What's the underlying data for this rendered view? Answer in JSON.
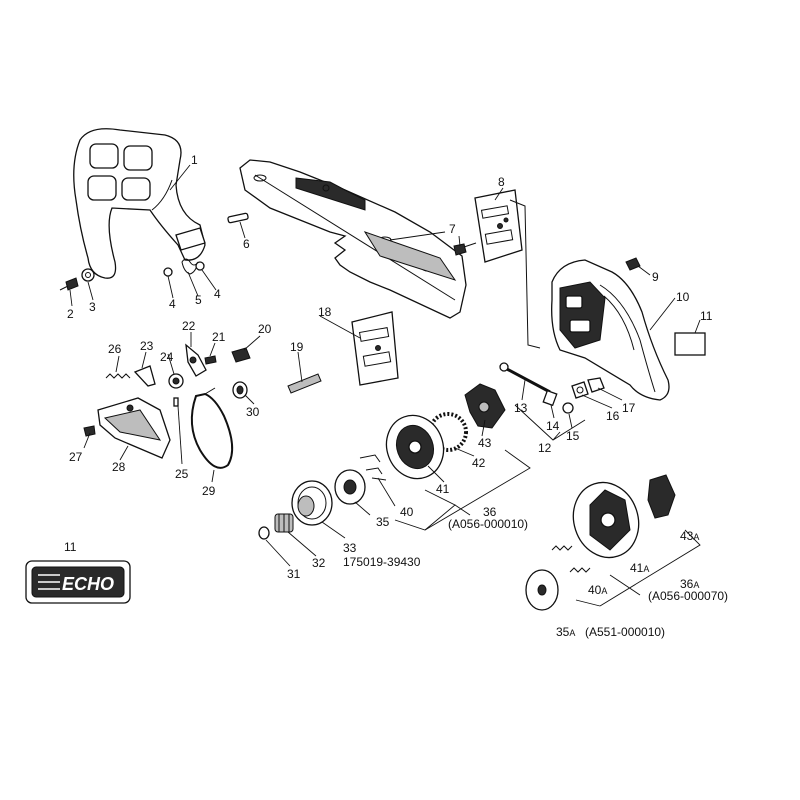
{
  "diagram": {
    "callouts": {
      "c1": "1",
      "c2": "2",
      "c3": "3",
      "c4a": "4",
      "c4b": "4",
      "c5": "5",
      "c6": "6",
      "c7": "7",
      "c8": "8",
      "c9": "9",
      "c10": "10",
      "c11": "11",
      "c11b": "11",
      "c12": "12",
      "c13": "13",
      "c14": "14",
      "c15": "15",
      "c16": "16",
      "c17": "17",
      "c18": "18",
      "c19": "19",
      "c20": "20",
      "c21": "21",
      "c22": "22",
      "c23": "23",
      "c24": "24",
      "c25": "25",
      "c26": "26",
      "c27": "27",
      "c28": "28",
      "c29": "29",
      "c30": "30",
      "c31": "31",
      "c32": "32",
      "c33": "33",
      "c35": "35",
      "c36": "36",
      "c40": "40",
      "c41": "41",
      "c42": "42",
      "c43": "43",
      "c43a": "43",
      "c41a": "41",
      "c40a": "40",
      "c36a": "36",
      "c35a": "35"
    },
    "suffix": {
      "a": "A"
    },
    "part_numbers": {
      "p36": "(A056-000010)",
      "p36a": "(A056-000070)",
      "p35a": "(A551-000010)",
      "sprocket": "175019-39430"
    },
    "logo_text": "ECHO"
  }
}
